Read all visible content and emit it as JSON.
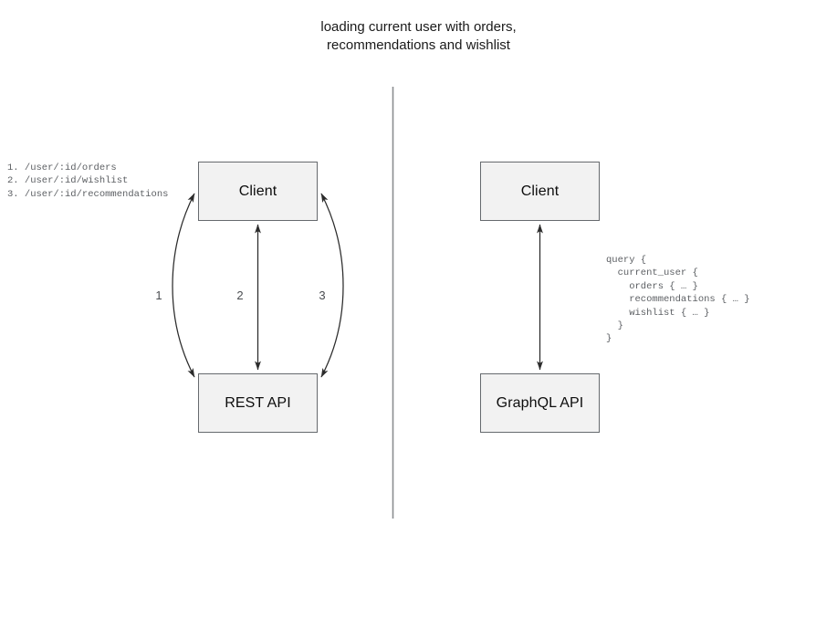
{
  "diagram": {
    "title": "loading current user with orders,\nrecommendations and wishlist",
    "divider_label": "vertical-divider",
    "colors": {
      "node_fill": "#f2f2f2",
      "node_border": "#666a6e",
      "edge": "#2b2b2b",
      "divider": "#8a8d90",
      "title_text": "#1a1a1a",
      "mono_text": "#5c5f63"
    },
    "left_panel": {
      "name": "rest-approach",
      "client_label": "Client",
      "api_label": "REST API",
      "endpoints": [
        "1. /user/:id/orders",
        "2. /user/:id/wishlist",
        "3. /user/:id/recommendations"
      ],
      "endpoints_text": "1. /user/:id/orders\n2. /user/:id/wishlist\n3. /user/:id/recommendations",
      "edge_labels": [
        "1",
        "2",
        "3"
      ]
    },
    "right_panel": {
      "name": "graphql-approach",
      "client_label": "Client",
      "api_label": "GraphQL API",
      "query_lines": [
        "query {",
        "  current_user {",
        "    orders { … }",
        "    recommendations { … }",
        "    wishlist { … }",
        "  }",
        "}"
      ],
      "query_text": "query {\n  current_user {\n    orders { … }\n    recommendations { … }\n    wishlist { … }\n  }\n}"
    }
  }
}
